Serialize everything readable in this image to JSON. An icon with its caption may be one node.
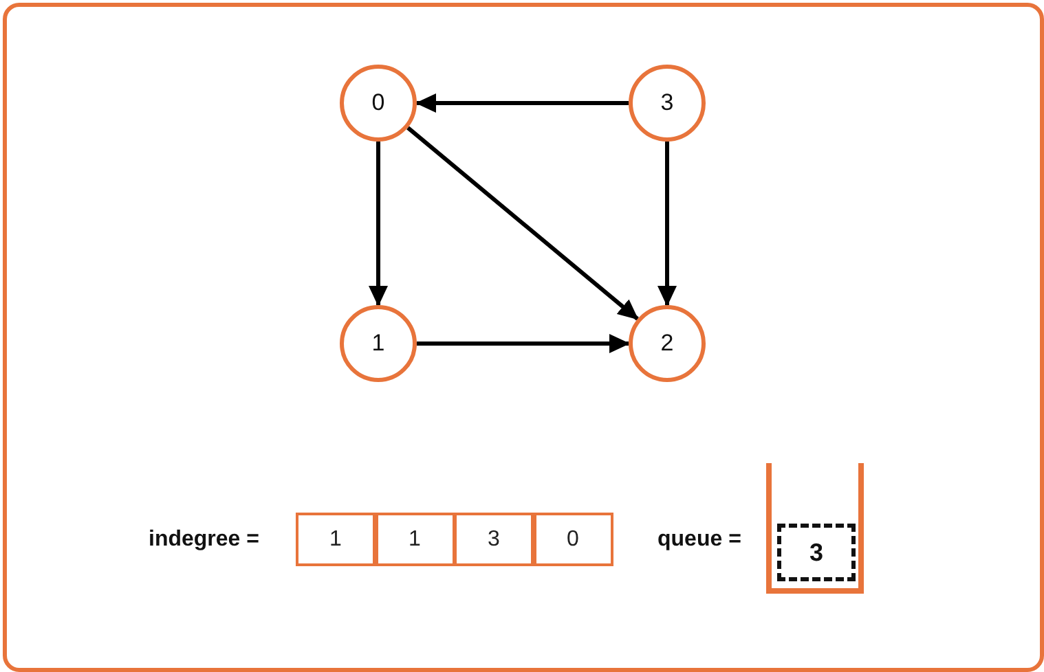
{
  "diagram": {
    "nodes": [
      {
        "text": [
          "0"
        ]
      },
      {
        "text": [
          "3"
        ]
      },
      {
        "text": [
          "1"
        ]
      },
      {
        "text": [
          "2"
        ]
      }
    ],
    "edges": [
      {
        "from": 1,
        "to": 0,
        "arrow": "to"
      },
      {
        "from": 0,
        "to": 2,
        "arrow": "to"
      },
      {
        "from": 0,
        "to": 3,
        "arrow": "to"
      },
      {
        "from": 1,
        "to": 3,
        "arrow": "to"
      },
      {
        "from": 2,
        "to": 3,
        "arrow": "to"
      }
    ],
    "labels": [
      "indegree =",
      "1",
      "1",
      "3",
      "0",
      "queue =",
      "3"
    ]
  }
}
